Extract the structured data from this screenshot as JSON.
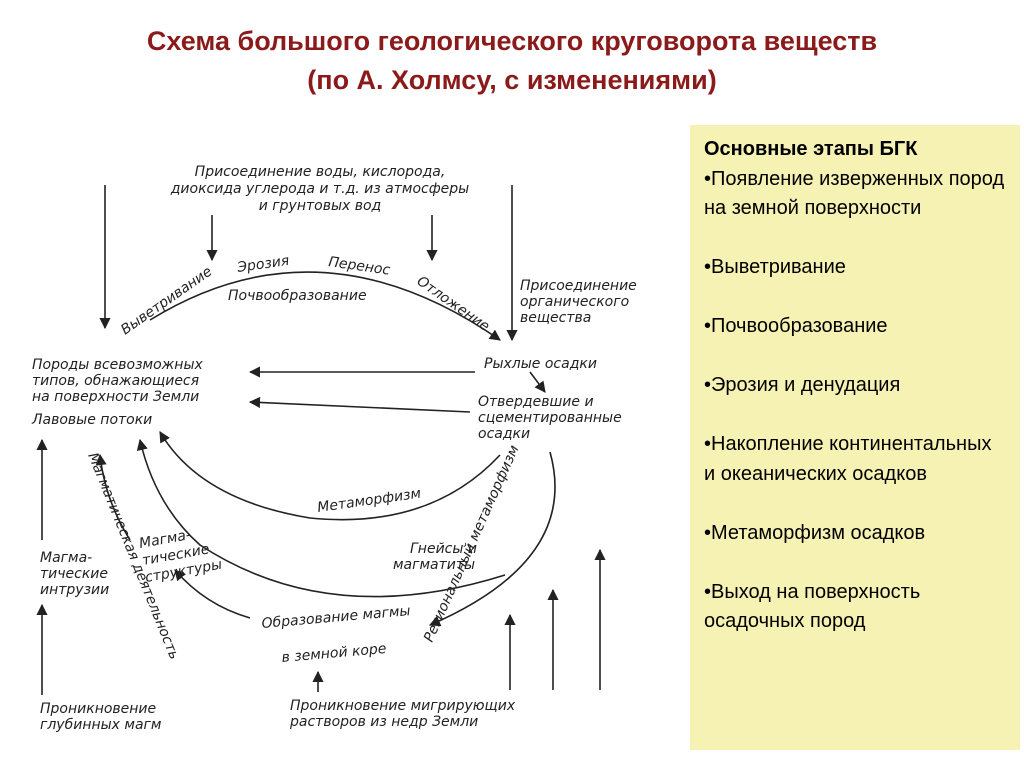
{
  "title": {
    "line1": "Схема большого геологического круговорота веществ",
    "line2": "(по А. Холмсу, с изменениями)"
  },
  "panel": {
    "heading": "Основные этапы БГК",
    "stages": [
      "•Появление изверженных пород на земной поверхности",
      "•Выветривание",
      "•Почвообразование",
      "•Эрозия и денудация",
      "•Накопление континентальных и океанических осадков",
      "•Метаморфизм осадков",
      "•Выход на поверхность осадочных пород"
    ]
  },
  "diagram": {
    "top_note": [
      "Присоединение воды, кислорода,",
      "диоксида углерода и т.д. из атмосферы",
      "и грунтовых вод"
    ],
    "weathering": "Выветривание",
    "erosion": "Эрозия",
    "transport": "Перенос",
    "deposition": "Отложение",
    "soil_formation": "Почвообразование",
    "organic_note": [
      "Присоединение",
      "органического",
      "вещества"
    ],
    "rocks_exposed": [
      "Породы всевозможных",
      "типов, обнажающиеся",
      "на поверхности Земли"
    ],
    "lava_flows": "Лавовые потоки",
    "loose_sediments": "Рыхлые осадки",
    "cemented_sediments": [
      "Отвердевшие и",
      "сцементированные",
      "осадки"
    ],
    "metamorphism": "Метаморфизм",
    "regional_metamorphism": "Региональный метаморфизм",
    "magmatic_activity": "Магматическая деятельность",
    "magmatic_structures": [
      "Магма-",
      "тические",
      "структуры"
    ],
    "magmatic_intrusions": [
      "Магма-",
      "тические",
      "интрузии"
    ],
    "gneisses": [
      "Гнейсы и",
      "магматиты"
    ],
    "magma_formation": [
      "Образование магмы",
      "в земной коре"
    ],
    "deep_magma": [
      "Проникновение",
      "глубинных магм"
    ],
    "migrating_solutions": [
      "Проникновение мигрирующих",
      "растворов из недр Земли"
    ]
  }
}
